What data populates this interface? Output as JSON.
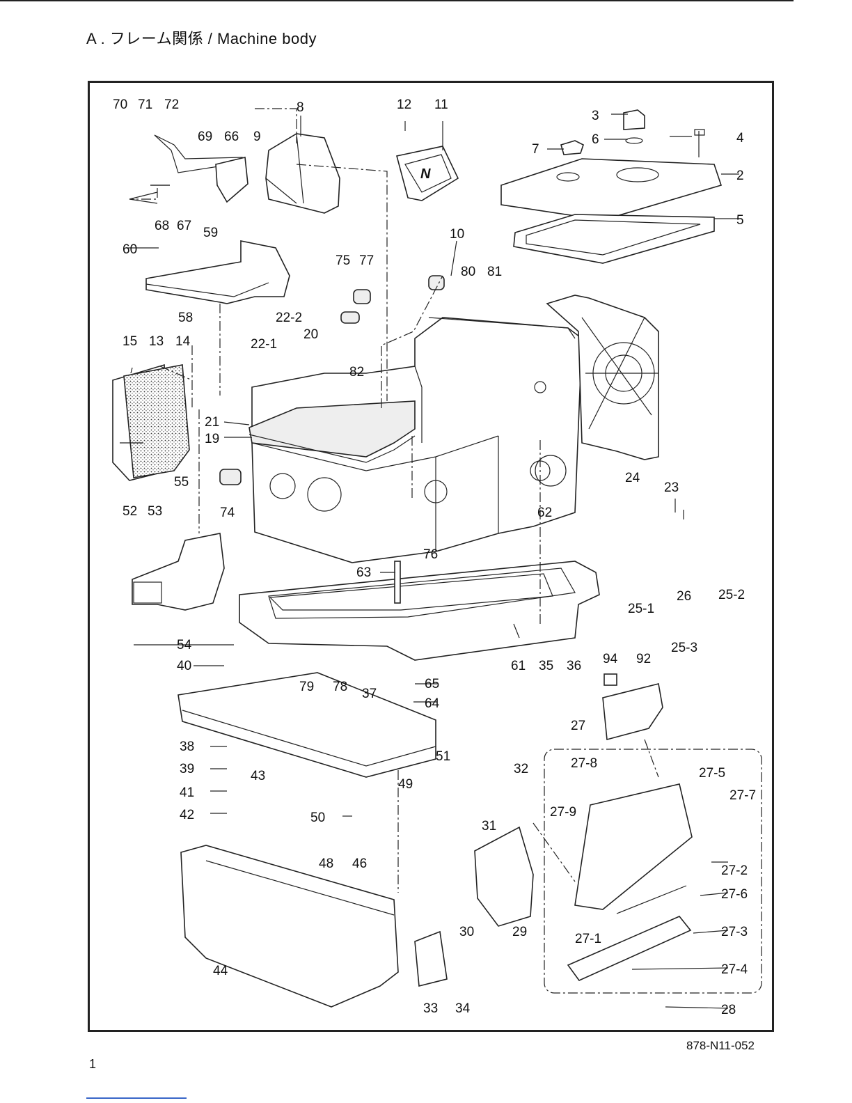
{
  "header": {
    "title": "A . フレーム関係 / Machine body"
  },
  "footer": {
    "document_number": "878-N11-052",
    "page_number": "1"
  },
  "parts": {
    "p70": "70",
    "p71": "71",
    "p72": "72",
    "p8": "8",
    "p12": "12",
    "p11": "11",
    "p3": "3",
    "p6": "6",
    "p4": "4",
    "p7": "7",
    "p2": "2",
    "p5": "5",
    "p69": "69",
    "p66": "66",
    "p9": "9",
    "p68": "68",
    "p67": "67",
    "p59": "59",
    "p60": "60",
    "p58": "58",
    "p10": "10",
    "p80": "80",
    "p81": "81",
    "p75": "75",
    "p77": "77",
    "p22_2": "22-2",
    "p22_1": "22-1",
    "p20": "20",
    "p15": "15",
    "p13": "13",
    "p14": "14",
    "p82": "82",
    "p21": "21",
    "p19": "19",
    "p55": "55",
    "p74": "74",
    "p52": "52",
    "p53": "53",
    "p24": "24",
    "p23": "23",
    "p62": "62",
    "p76": "76",
    "p63": "63",
    "p26": "26",
    "p25_2": "25-2",
    "p25_1": "25-1",
    "p25_3": "25-3",
    "p54": "54",
    "p40": "40",
    "p79": "79",
    "p78": "78",
    "p61": "61",
    "p35": "35",
    "p36": "36",
    "p94": "94",
    "p92": "92",
    "p65": "65",
    "p37": "37",
    "p64": "64",
    "p51": "51",
    "p27": "27",
    "p38": "38",
    "p39": "39",
    "p41": "41",
    "p42": "42",
    "p43": "43",
    "p49": "49",
    "p50": "50",
    "p32": "32",
    "p27_8": "27-8",
    "p27_9": "27-9",
    "p27_5": "27-5",
    "p27_7": "27-7",
    "p31": "31",
    "p48": "48",
    "p46": "46",
    "p27_2": "27-2",
    "p27_6": "27-6",
    "p30": "30",
    "p29": "29",
    "p27_1": "27-1",
    "p27_3": "27-3",
    "p27_4": "27-4",
    "p44": "44",
    "p33": "33",
    "p34": "34",
    "p28": "28"
  },
  "badge": {
    "label": "N"
  }
}
